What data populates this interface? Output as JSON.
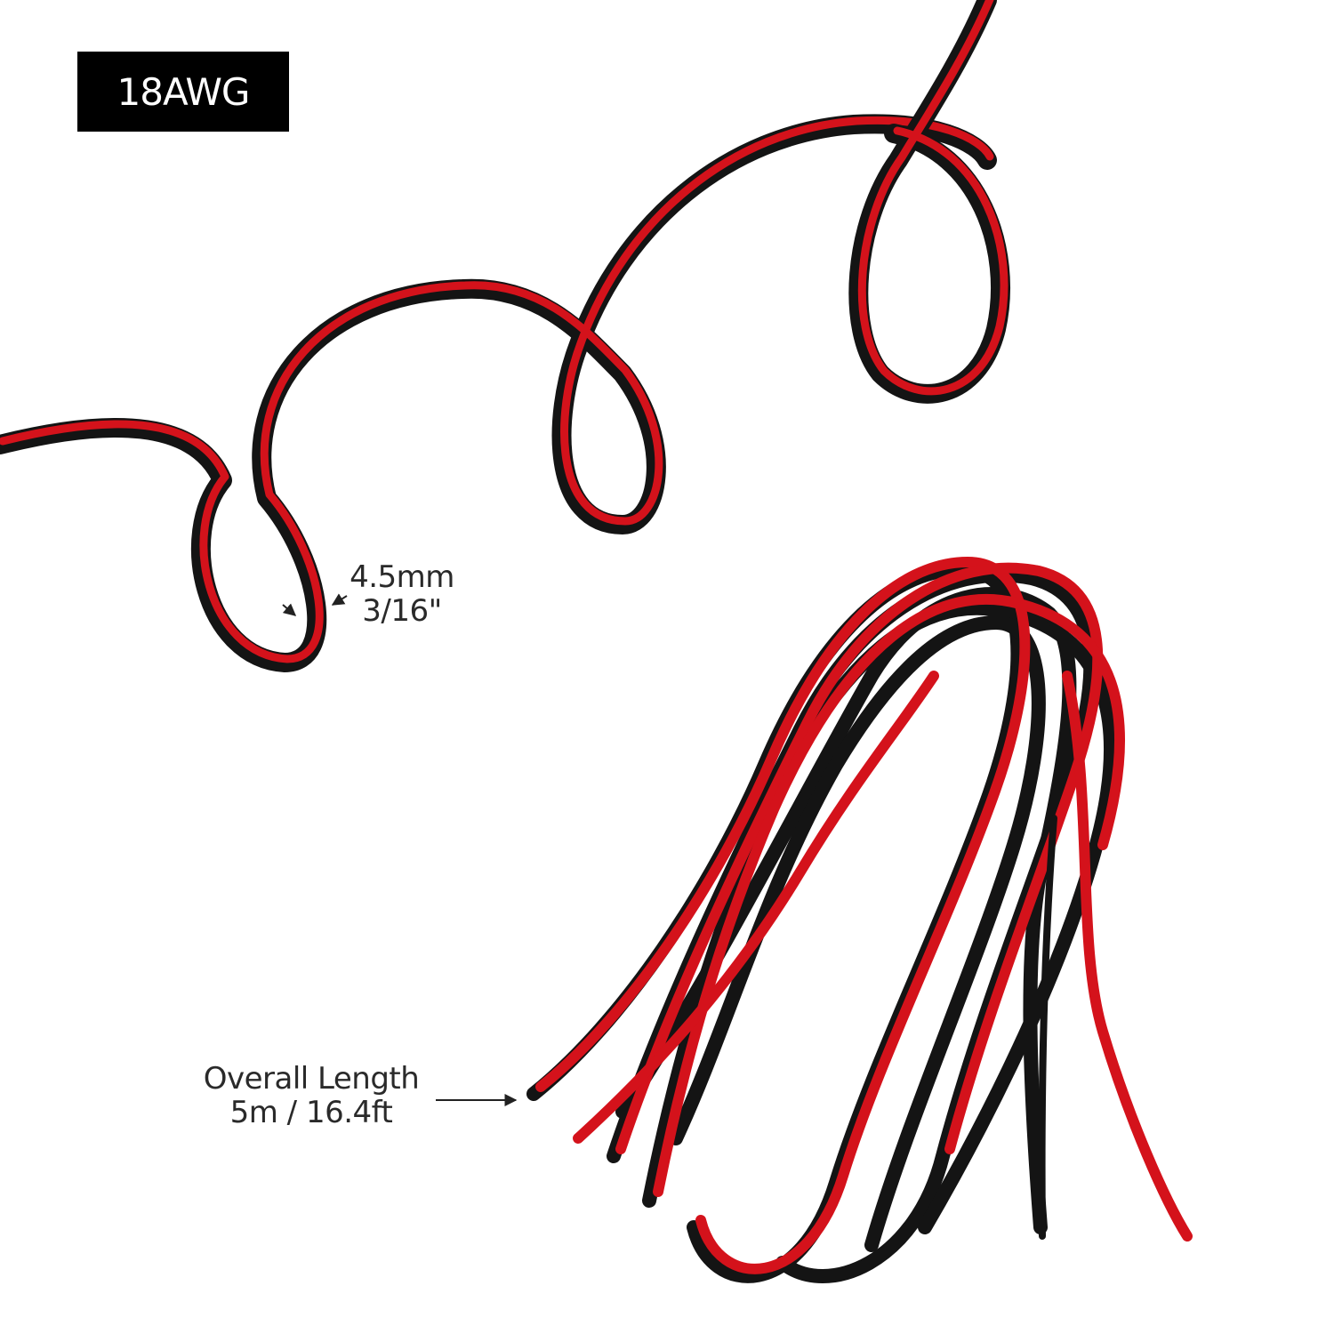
{
  "badge": {
    "label": "18AWG",
    "background": "#000000",
    "color": "#ffffff"
  },
  "diameter": {
    "line1": "4.5mm",
    "line2": "3/16\""
  },
  "length": {
    "line1": "Overall Length",
    "line2": "5m / 16.4ft"
  },
  "colors": {
    "wire_red": "#d4121b",
    "wire_black": "#141414",
    "text": "#2a2a2a"
  }
}
